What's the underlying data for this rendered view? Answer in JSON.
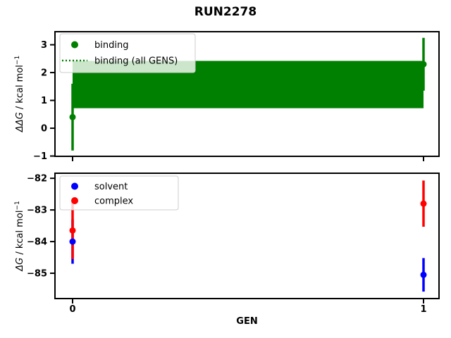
{
  "figure": {
    "title": "RUN2278",
    "background": "#ffffff",
    "frame_color": "#000000"
  },
  "chart_data": [
    {
      "type": "scatter",
      "panel": "top",
      "ylabel": "ΔΔG / kcal mol⁻¹",
      "ylabel_parts": [
        {
          "text": "ΔΔG",
          "italic": true
        },
        {
          "text": " / kcal mol",
          "italic": false
        },
        {
          "text": "−1",
          "sup": true
        }
      ],
      "ylim": [
        -1.01,
        3.47
      ],
      "xlim": [
        -0.05,
        1.04
      ],
      "grid": false,
      "yticks": [
        {
          "value": 3,
          "label": "3"
        },
        {
          "value": 2,
          "label": "2"
        },
        {
          "value": 1,
          "label": "1"
        },
        {
          "value": 0,
          "label": "0"
        },
        {
          "value": -1,
          "label": "−1"
        }
      ],
      "xticks": [
        {
          "value": 0,
          "label": ""
        },
        {
          "value": 1,
          "label": ""
        }
      ],
      "series": [
        {
          "name": "binding",
          "color": "#008000",
          "marker": "circle",
          "x": [
            0,
            1
          ],
          "y": [
            0.4,
            2.3
          ],
          "yerr": [
            1.2,
            0.95
          ]
        }
      ],
      "band": {
        "name": "binding (all GENS)",
        "color": "#008000",
        "line_style": "dotted",
        "center": 1.57,
        "half_width": 0.85,
        "x_range": [
          0,
          1
        ]
      },
      "legend": {
        "position": "upper left",
        "entries": [
          {
            "label": "binding",
            "color": "#008000",
            "marker": "dot"
          },
          {
            "label": "binding (all GENS)",
            "color": "#008000",
            "marker": "dotted-line"
          }
        ]
      }
    },
    {
      "type": "scatter",
      "panel": "bottom",
      "xlabel": "GEN",
      "ylabel": "ΔG / kcal mol⁻¹",
      "ylabel_parts": [
        {
          "text": "ΔG",
          "italic": true
        },
        {
          "text": " / kcal mol",
          "italic": false
        },
        {
          "text": "−1",
          "sup": true
        }
      ],
      "ylim": [
        -85.8,
        -81.84
      ],
      "xlim": [
        -0.05,
        1.04
      ],
      "grid": false,
      "yticks": [
        {
          "value": -82,
          "label": "−82"
        },
        {
          "value": -83,
          "label": "−83"
        },
        {
          "value": -84,
          "label": "−84"
        },
        {
          "value": -85,
          "label": "−85"
        }
      ],
      "xticks": [
        {
          "value": 0,
          "label": "0"
        },
        {
          "value": 1,
          "label": "1"
        }
      ],
      "series": [
        {
          "name": "solvent",
          "color": "#0000ff",
          "marker": "circle",
          "x": [
            0,
            1
          ],
          "y": [
            -84.0,
            -85.05
          ],
          "yerr": [
            0.7,
            0.53
          ]
        },
        {
          "name": "complex",
          "color": "#ff0000",
          "marker": "circle",
          "x": [
            0,
            1
          ],
          "y": [
            -83.65,
            -82.8
          ],
          "yerr": [
            0.9,
            0.73
          ]
        }
      ],
      "legend": {
        "position": "upper left",
        "entries": [
          {
            "label": "solvent",
            "color": "#0000ff",
            "marker": "dot"
          },
          {
            "label": "complex",
            "color": "#ff0000",
            "marker": "dot"
          }
        ]
      }
    }
  ]
}
